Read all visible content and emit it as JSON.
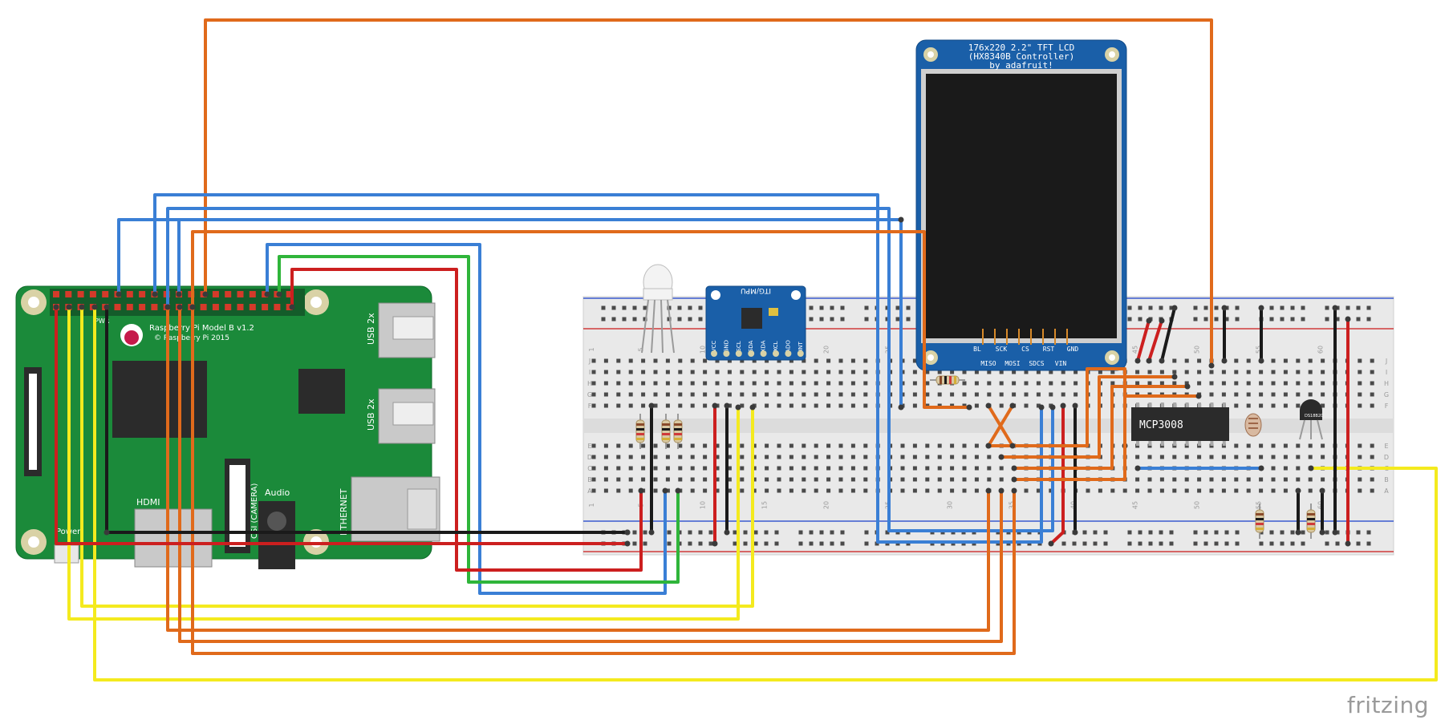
{
  "app": {
    "watermark": "fritzing"
  },
  "pi": {
    "title": "Raspberry Pi Model B v1.2",
    "copyright": "© Raspberry Pi 2015",
    "usb_label_1": "USB 2x",
    "usb_label_2": "USB 2x",
    "ethernet_label": "ETHERNET",
    "hdmi_label": "HDMI",
    "audio_label": "Audio",
    "csi_label": "CSI (CAMERA)",
    "power_label": "Power",
    "pwr_led_label": "PWR"
  },
  "lcd": {
    "title_line1": "176x220 2.2\" TFT LCD",
    "title_line2": "(HX8340B Controller)",
    "title_line3": "by adafruit!",
    "pins_top": [
      "BL",
      "SCK",
      "CS",
      "RST",
      "GND"
    ],
    "pins_bottom": [
      "MISO",
      "MOSI",
      "SDCS",
      "VIN"
    ]
  },
  "mpu": {
    "name": "ITG/MPU",
    "pins": [
      "VCC",
      "GND",
      "SCL",
      "SDA",
      "XDA",
      "XCL",
      "ADO",
      "INT"
    ]
  },
  "adc": {
    "label": "MCP3008"
  },
  "sensor": {
    "label": "DS18B20"
  },
  "breadboard": {
    "column_numbers": [
      "1",
      "5",
      "10",
      "15",
      "20",
      "25",
      "30",
      "35",
      "40",
      "45",
      "50",
      "55",
      "60"
    ],
    "row_letters_top": [
      "J",
      "I",
      "H",
      "G",
      "F"
    ],
    "row_letters_bottom": [
      "E",
      "D",
      "C",
      "B",
      "A"
    ]
  },
  "colors": {
    "orange": "#e06a1b",
    "blue": "#3a7fd5",
    "red": "#cc1f1f",
    "green": "#2fb53a",
    "yellow": "#f4ea1e",
    "black": "#1a1a1a",
    "pi_board": "#1b8a3a",
    "lcd_board": "#1a5fa8",
    "breadboard": "#e9e9e9"
  }
}
